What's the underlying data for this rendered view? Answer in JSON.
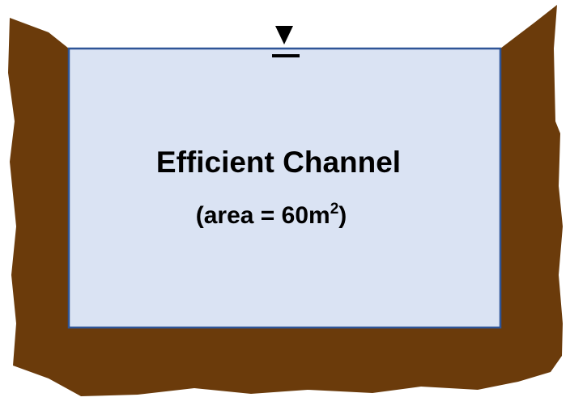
{
  "diagram": {
    "title": "Efficient Channel",
    "area_prefix": "(area = 60m",
    "area_superscript": "2",
    "area_suffix": ")"
  },
  "colors": {
    "soil": "#6b3b0b",
    "water": "#dae3f3",
    "channel_border": "#2f5597",
    "text": "#000000",
    "water_surface_marker": "#000000"
  },
  "icons": {
    "water_surface": "inverted-triangle-water-level-icon"
  }
}
